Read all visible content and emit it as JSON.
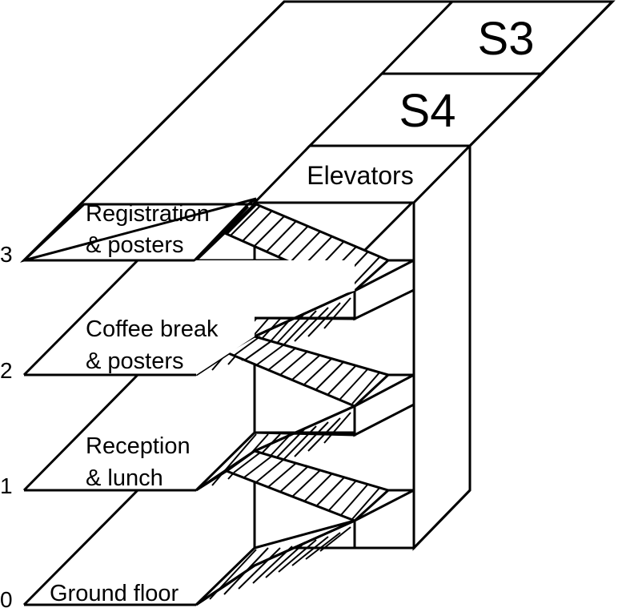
{
  "floors": [
    {
      "number": "3",
      "line1": "Registration",
      "line2": "& posters"
    },
    {
      "number": "2",
      "line1": "Coffee break",
      "line2": "& posters"
    },
    {
      "number": "1",
      "line1": "Reception",
      "line2": "& lunch"
    },
    {
      "number": "0",
      "line1": "Ground floor",
      "line2": ""
    }
  ],
  "rooms": {
    "s3": "S3",
    "s4": "S4",
    "elevators": "Elevators"
  }
}
